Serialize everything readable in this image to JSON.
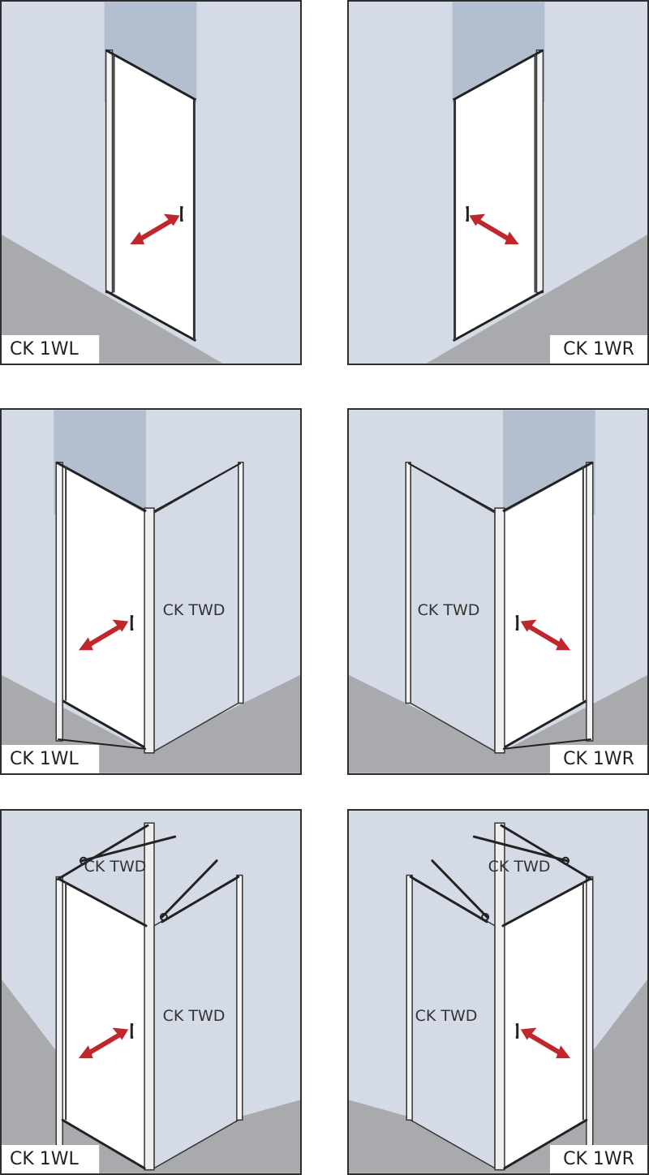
{
  "diagrams": [
    {
      "label": "CK 1WL"
    },
    {
      "label": "CK 1WR"
    },
    {
      "label": "CK 1WL",
      "side_panel": "CK TWD"
    },
    {
      "label": "CK 1WR",
      "side_panel": "CK TWD"
    },
    {
      "label": "CK 1WL",
      "side_panel_top": "CK TWD",
      "side_panel": "CK TWD"
    },
    {
      "label": "CK 1WR",
      "side_panel_top": "CK TWD",
      "side_panel": "CK TWD"
    }
  ],
  "colors": {
    "wall": "#d4dbe7",
    "ceiling": "#b3bfcf",
    "floor": "#a8aaad",
    "arrow": "#c0272d",
    "frame": "#2e2e2e"
  }
}
